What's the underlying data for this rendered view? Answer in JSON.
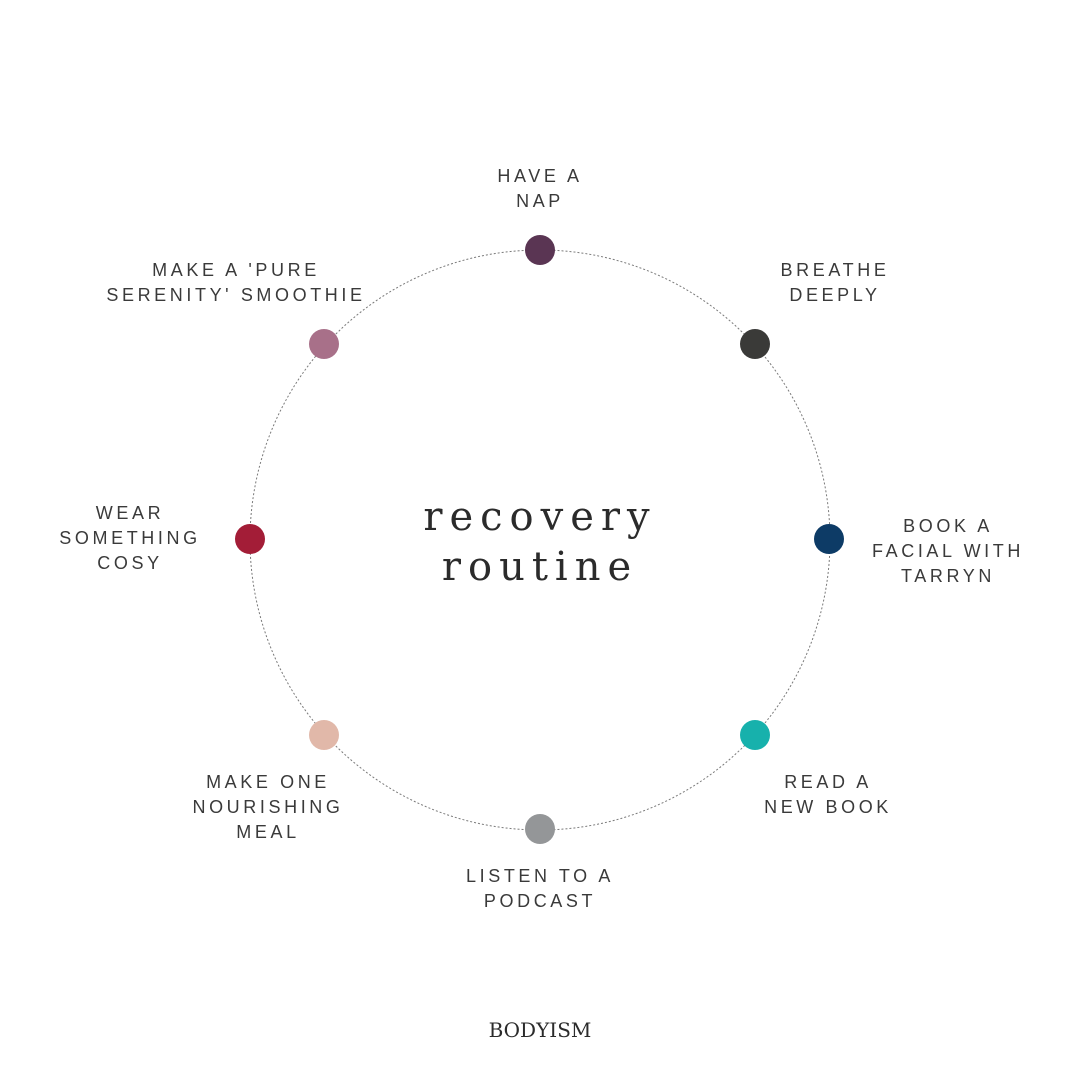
{
  "title": {
    "line1": "recovery",
    "line2": "routine"
  },
  "items": [
    {
      "id": "have-a-nap",
      "lines": [
        "HAVE A",
        "NAP"
      ],
      "color": "#5a3553"
    },
    {
      "id": "breathe-deeply",
      "lines": [
        "BREATHE",
        "DEEPLY"
      ],
      "color": "#3a3a38"
    },
    {
      "id": "book-a-facial",
      "lines": [
        "BOOK A",
        "FACIAL WITH",
        "TARRYN"
      ],
      "color": "#0d3b66"
    },
    {
      "id": "read-a-new-book",
      "lines": [
        "READ A",
        "NEW BOOK"
      ],
      "color": "#17b1ac"
    },
    {
      "id": "listen-to-a-podcast",
      "lines": [
        "LISTEN TO A",
        "PODCAST"
      ],
      "color": "#949698"
    },
    {
      "id": "make-one-nourishing-meal",
      "lines": [
        "MAKE ONE",
        "NOURISHING",
        "MEAL"
      ],
      "color": "#e1b8a9"
    },
    {
      "id": "wear-something-cosy",
      "lines": [
        "WEAR",
        "SOMETHING",
        "COSY"
      ],
      "color": "#a31d37"
    },
    {
      "id": "make-a-smoothie",
      "lines": [
        "MAKE A 'PURE",
        "SERENITY' SMOOTHIE"
      ],
      "color": "#a87089"
    }
  ],
  "brand": "BODYISM",
  "ring_color": "#7a7a7a"
}
